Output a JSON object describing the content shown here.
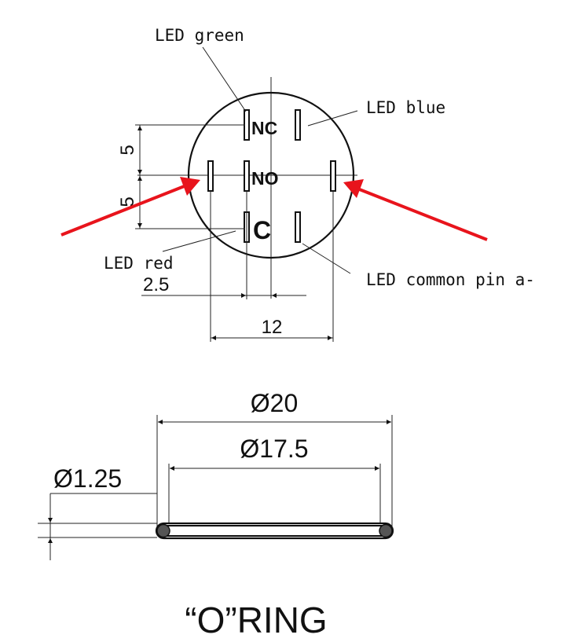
{
  "labels": {
    "led_green": "LED green",
    "led_blue": "LED blue",
    "led_red": "LED red",
    "led_common": "LED common pin a-"
  },
  "pins": {
    "nc": "NC",
    "no": "NO",
    "c": "C"
  },
  "dimensions": {
    "pin_pitch_top": "5",
    "pin_pitch_bottom": "5",
    "offset": "2.5",
    "width": "12",
    "ring_outer": "Ø20",
    "ring_inner": "Ø17.5",
    "ring_section": "Ø1.25"
  },
  "title": "“O”RING",
  "colors": {
    "arrow": "#e8141c",
    "line": "#111111"
  }
}
